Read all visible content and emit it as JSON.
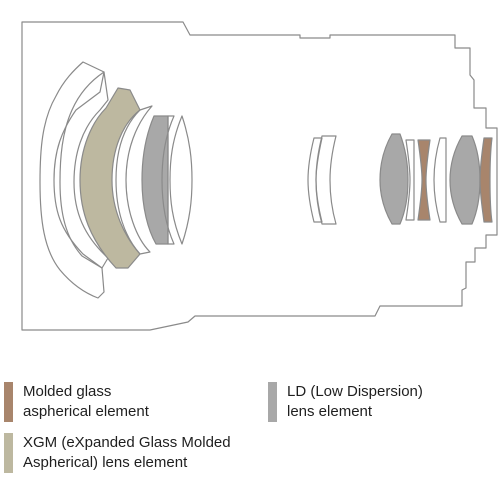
{
  "colors": {
    "outline": "#8a8a8a",
    "molded": "#a8856c",
    "xgm": "#bdb8a0",
    "ld": "#a8a8a8"
  },
  "legend": [
    {
      "key": "molded",
      "swatch": "molded",
      "lines": [
        "Molded glass",
        "aspherical element"
      ]
    },
    {
      "key": "ld",
      "swatch": "ld",
      "lines": [
        "LD (Low Dispersion)",
        "lens element"
      ]
    },
    {
      "key": "xgm",
      "swatch": "xgm",
      "lines": [
        "XGM (eXpanded Glass Molded",
        "Aspherical) lens element"
      ]
    }
  ]
}
